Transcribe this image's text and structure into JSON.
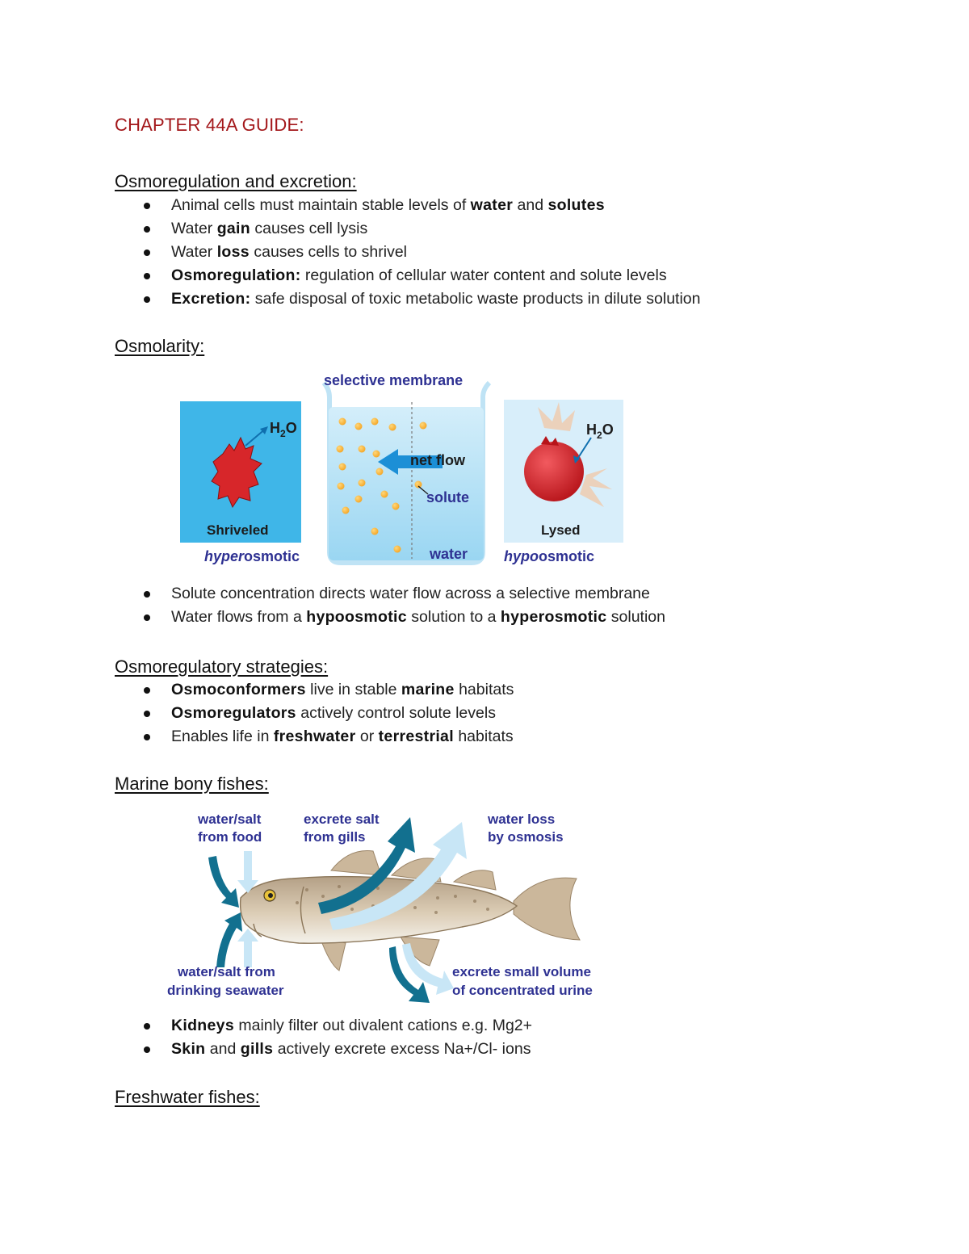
{
  "title": "CHAPTER 44A GUIDE:",
  "sections": {
    "osmo_excretion": {
      "heading": "Osmoregulation and excretion:",
      "bullets": [
        {
          "parts": [
            {
              "t": "Animal cells must maintain stable levels of "
            },
            {
              "t": "water",
              "b": true
            },
            {
              "t": " and "
            },
            {
              "t": "solutes",
              "b": true
            }
          ]
        },
        {
          "parts": [
            {
              "t": "Water "
            },
            {
              "t": "gain",
              "b": true
            },
            {
              "t": " causes cell lysis"
            }
          ]
        },
        {
          "parts": [
            {
              "t": "Water "
            },
            {
              "t": "loss",
              "b": true
            },
            {
              "t": " causes cells to shrivel"
            }
          ]
        },
        {
          "parts": [
            {
              "t": "Osmoregulation:",
              "b": true
            },
            {
              "t": " regulation of cellular water content and solute levels"
            }
          ]
        },
        {
          "parts": [
            {
              "t": "Excretion:",
              "b": true
            },
            {
              "t": " safe disposal of toxic metabolic waste products in dilute solution"
            }
          ]
        }
      ]
    },
    "osmolarity": {
      "heading": "Osmolarity:",
      "bullets": [
        {
          "parts": [
            {
              "t": "Solute concentration directs water flow across a selective membrane"
            }
          ]
        },
        {
          "parts": [
            {
              "t": "Water flows from a "
            },
            {
              "t": "hypoosmotic",
              "b": true
            },
            {
              "t": " solution to a "
            },
            {
              "t": "hyperosmotic",
              "b": true
            },
            {
              "t": " solution"
            }
          ]
        }
      ]
    },
    "strategies": {
      "heading": "Osmoregulatory strategies:",
      "bullets": [
        {
          "parts": [
            {
              "t": "Osmoconformers",
              "b": true
            },
            {
              "t": " live in stable "
            },
            {
              "t": "marine",
              "b": true
            },
            {
              "t": " habitats"
            }
          ]
        },
        {
          "parts": [
            {
              "t": "Osmoregulators",
              "b": true
            },
            {
              "t": " actively control solute levels"
            }
          ]
        },
        {
          "parts": [
            {
              "t": "Enables life in "
            },
            {
              "t": "freshwater",
              "b": true
            },
            {
              "t": " or "
            },
            {
              "t": "terrestrial",
              "b": true
            },
            {
              "t": " habitats"
            }
          ]
        }
      ]
    },
    "marine": {
      "heading": "Marine bony fishes:",
      "bullets": [
        {
          "parts": [
            {
              "t": "Kidneys",
              "b": true
            },
            {
              "t": " mainly filter out divalent cations e.g. Mg2+"
            }
          ]
        },
        {
          "parts": [
            {
              "t": "Skin",
              "b": true
            },
            {
              "t": " and "
            },
            {
              "t": "gills",
              "b": true
            },
            {
              "t": " actively excrete excess Na+/Cl- ions"
            }
          ]
        }
      ]
    },
    "freshwater": {
      "heading": "Freshwater fishes:"
    }
  },
  "osmolarity_figure": {
    "membrane_label": "selective membrane",
    "shriveled_label": "Shriveled",
    "lysed_label": "Lysed",
    "net_flow_label": "net flow",
    "solute_label": "solute",
    "water_label": "water",
    "h2o_left": {
      "h": "H",
      "sub": "2",
      "o": "O"
    },
    "h2o_right": {
      "h": "H",
      "sub": "2",
      "o": "O"
    },
    "hyper_prefix": "hyper",
    "hyper_suffix": "osmotic",
    "hypo_prefix": "hypo",
    "hypo_suffix": "osmotic",
    "colors": {
      "label_blue": "#2e3192",
      "tile_blue": "#3fb6e8",
      "cell_red": "#d7262a"
    }
  },
  "fish_figure": {
    "food_label": [
      "water/salt",
      "from food"
    ],
    "gills_label": [
      "excrete salt",
      "from gills"
    ],
    "osmosis_label": [
      "water loss",
      "by osmosis"
    ],
    "drink_label": [
      "water/salt from",
      "drinking seawater"
    ],
    "urine_label": [
      "excrete small volume",
      "of concentrated urine"
    ],
    "colors": {
      "dark_arrow": "#12708f",
      "light_arrow": "#c8e6f6",
      "label_blue": "#2e3192"
    }
  }
}
